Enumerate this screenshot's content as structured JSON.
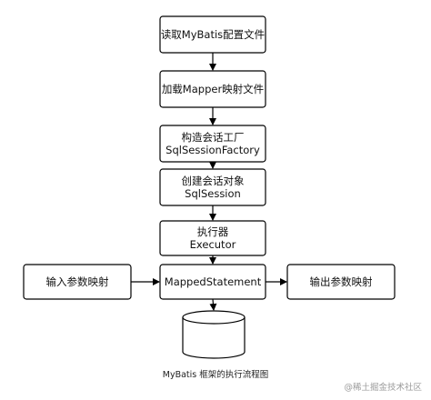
{
  "diagram": {
    "nodes": [
      {
        "id": "read-config",
        "lines": [
          "读取MyBatis配置文件"
        ]
      },
      {
        "id": "load-mapper",
        "lines": [
          "加载Mapper映射文件"
        ]
      },
      {
        "id": "build-factory",
        "lines": [
          "构造会话工厂",
          "SqlSessionFactory"
        ]
      },
      {
        "id": "create-session",
        "lines": [
          "创建会话对象",
          "SqlSession"
        ]
      },
      {
        "id": "executor",
        "lines": [
          "执行器",
          "Executor"
        ]
      },
      {
        "id": "mapped-statement",
        "lines": [
          "MappedStatement"
        ]
      },
      {
        "id": "input-mapping",
        "lines": [
          "输入参数映射"
        ]
      },
      {
        "id": "output-mapping",
        "lines": [
          "输出参数映射"
        ]
      },
      {
        "id": "database",
        "lines": []
      }
    ],
    "edges": [
      {
        "from": "read-config",
        "to": "load-mapper"
      },
      {
        "from": "load-mapper",
        "to": "build-factory"
      },
      {
        "from": "build-factory",
        "to": "create-session"
      },
      {
        "from": "create-session",
        "to": "executor"
      },
      {
        "from": "executor",
        "to": "mapped-statement"
      },
      {
        "from": "input-mapping",
        "to": "mapped-statement"
      },
      {
        "from": "mapped-statement",
        "to": "output-mapping"
      },
      {
        "from": "mapped-statement",
        "to": "database"
      }
    ]
  },
  "caption": "MyBatis 框架的执行流程图",
  "watermark": "@稀土掘金技术社区",
  "colors": {
    "stroke": "#000000",
    "fill": "#ffffff",
    "text": "#111111"
  }
}
